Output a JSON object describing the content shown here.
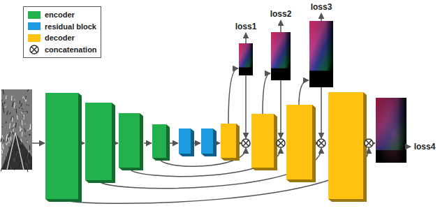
{
  "diagram": {
    "labels": [
      "loss1",
      "loss2",
      "loss3",
      "loss4"
    ],
    "legend": [
      {
        "text": "encoder",
        "color": "#22b14c"
      },
      {
        "text": "residual block",
        "color": "#1e9be0"
      },
      {
        "text": "decoder",
        "color": "#ffc20e"
      },
      {
        "text": "concatenation"
      }
    ]
  }
}
